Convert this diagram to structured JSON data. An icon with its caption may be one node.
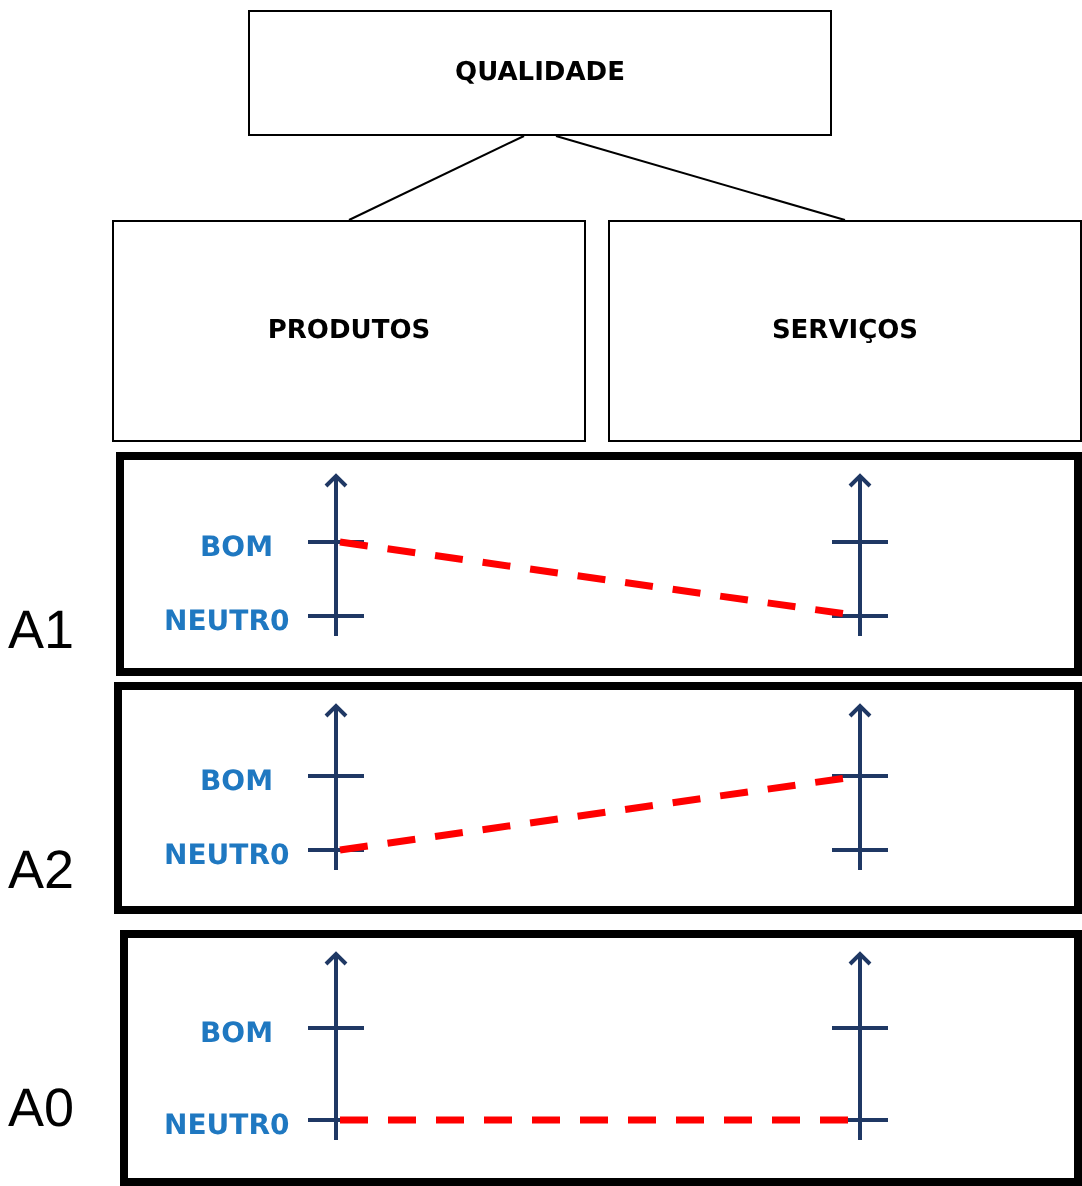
{
  "diagram": {
    "nodes": [
      {
        "text": [
          "QUALIDADE"
        ]
      },
      {
        "text": [
          "PRODUTOS"
        ]
      },
      {
        "text": [
          "SERVIÇOS"
        ]
      },
      {
        "text": [
          "A1",
          "BOM",
          "NEUTR0"
        ]
      },
      {
        "text": [
          "A2",
          "BOM",
          "NEUTR0"
        ]
      },
      {
        "text": [
          "A0",
          "BOM",
          "NEUTR0"
        ]
      }
    ],
    "edges": [
      {
        "from": 0,
        "to": 1,
        "arrow": "none"
      },
      {
        "from": 0,
        "to": 2,
        "arrow": "none"
      }
    ]
  }
}
